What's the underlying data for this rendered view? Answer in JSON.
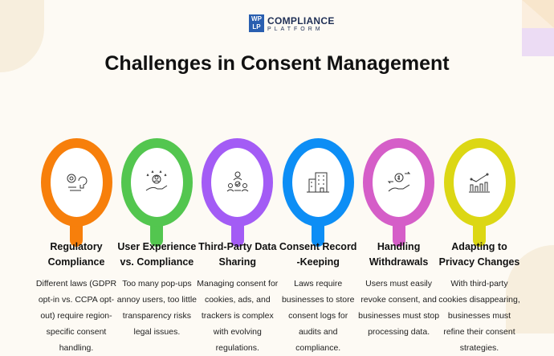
{
  "logo": {
    "mark_top": "WP",
    "mark_bottom": "LP",
    "line1": "COMPLIANCE",
    "line2": "PLATFORM"
  },
  "title": "Challenges in Consent Management",
  "items": [
    {
      "heading": "Regulatory Compliance",
      "text": "Different laws (GDPR opt-in vs. CCPA opt-out) require region-specific consent handling.",
      "color": "#f77f0b",
      "icon": "gear-lightbulb-icon"
    },
    {
      "heading": "User Experience vs. Compliance",
      "text": "Too many pop-ups annoy users, too little transparency risks legal issues.",
      "color": "#53c64f",
      "icon": "user-rating-hand-icon"
    },
    {
      "heading": "Third-Party Data Sharing",
      "text": "Managing consent for cookies, ads, and trackers is complex with evolving regulations.",
      "color": "#a35cf5",
      "icon": "people-network-icon"
    },
    {
      "heading": "Consent Record -Keeping",
      "text": "Laws require businesses to store consent logs for audits and compliance.",
      "color": "#0d8ef5",
      "icon": "building-icon"
    },
    {
      "heading": "Handling Withdrawals",
      "text": "Users must easily revoke consent, and businesses must stop processing data.",
      "color": "#d55ec8",
      "icon": "money-hand-icon"
    },
    {
      "heading": "Adapting to Privacy Changes",
      "text": "With third-party cookies disappearing, businesses must refine their consent strategies.",
      "color": "#dcd714",
      "icon": "chart-trend-icon"
    }
  ]
}
